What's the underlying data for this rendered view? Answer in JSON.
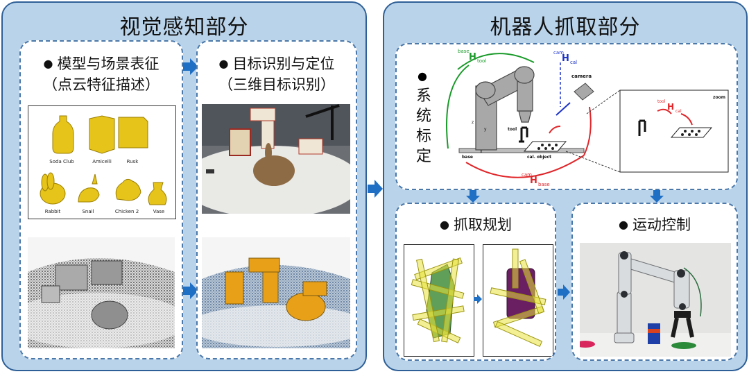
{
  "left_panel": {
    "title": "视觉感知部分",
    "model_box": {
      "heading_line1": "模型与场景表征",
      "heading_line2": "（点云特征描述）",
      "objects": [
        "Soda Club",
        "Amicelli",
        "Rusk",
        "Rabbit",
        "Snail",
        "Chicken 2",
        "Vase"
      ]
    },
    "recog_box": {
      "heading_line1": "目标识别与定位",
      "heading_line2": "（三维目标识别）"
    }
  },
  "right_panel": {
    "title": "机器人抓取部分",
    "calib_box": {
      "vertical_label": [
        "系",
        "统",
        "标",
        "定"
      ],
      "labels": {
        "base": "base",
        "tool": "tool",
        "camera": "camera",
        "cal_object": "cal. object",
        "zoom": "zoom",
        "H": "H",
        "sup_base": "base",
        "sub_tool": "tool",
        "sup_cam": "cam",
        "sub_cal": "cal",
        "sub_base": "base",
        "sup_tool": "tool",
        "axis_x": "x",
        "axis_y": "y",
        "axis_z": "z"
      }
    },
    "plan_box": {
      "heading": "抓取规划"
    },
    "motion_box": {
      "heading": "运动控制"
    }
  },
  "colors": {
    "panel_bg": "#b9d3ea",
    "panel_border": "#2e5f96",
    "arrow": "#1f6fc5",
    "green": "#1a9a2a",
    "red": "#e0262a",
    "blue": "#1a32c8",
    "yellow": "#e8d31c"
  }
}
